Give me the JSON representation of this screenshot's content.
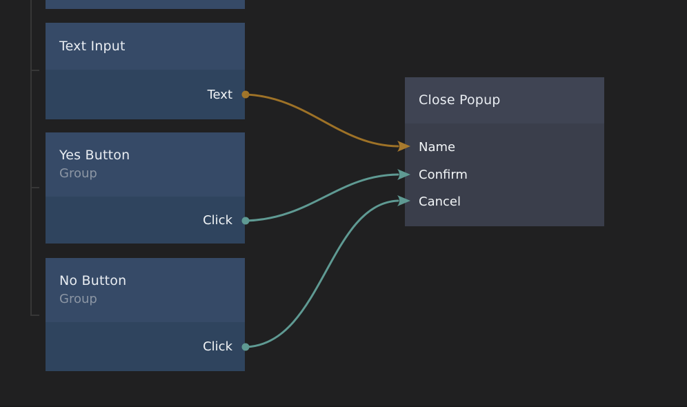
{
  "canvas": {
    "background": "#202021",
    "tree_line_color": "#373737",
    "bottom_edge_color": "#1a1a1b"
  },
  "palette": {
    "node_header_blue": "#364a67",
    "node_body_blue": "#2f445e",
    "node_header_gray": "#3f4453",
    "node_body_gray": "#3a3e4b",
    "title_text": "#e9edf2",
    "subtitle_text": "#8c96a4",
    "port_label_text": "#f2f5f7",
    "orange": "#9e7227",
    "teal": "#5f9a93"
  },
  "nodes": {
    "text_input": {
      "title": "Text Input",
      "output": {
        "label": "Text",
        "color": "#a1762b"
      }
    },
    "yes_button": {
      "title": "Yes Button",
      "subtitle": "Group",
      "output": {
        "label": "Click",
        "color": "#5f9a93"
      }
    },
    "no_button": {
      "title": "No Button",
      "subtitle": "Group",
      "output": {
        "label": "Click",
        "color": "#5f9a93"
      }
    },
    "close_popup": {
      "title": "Close Popup",
      "inputs": [
        {
          "label": "Name",
          "color": "#a1762b"
        },
        {
          "label": "Confirm",
          "color": "#5f9a93"
        },
        {
          "label": "Cancel",
          "color": "#5f9a93"
        }
      ]
    }
  },
  "connections": [
    {
      "from_node": "Text Input",
      "from_port": "Text",
      "to_node": "Close Popup",
      "to_port": "Name",
      "color": "#9e7227",
      "arrow_color": "#a87a2e"
    },
    {
      "from_node": "Yes Button",
      "from_port": "Click",
      "to_node": "Close Popup",
      "to_port": "Confirm",
      "color": "#5f9a93",
      "arrow_color": "#5f9a93"
    },
    {
      "from_node": "No Button",
      "from_port": "Click",
      "to_node": "Close Popup",
      "to_port": "Cancel",
      "color": "#5f9a93",
      "arrow_color": "#5f9a93"
    }
  ]
}
